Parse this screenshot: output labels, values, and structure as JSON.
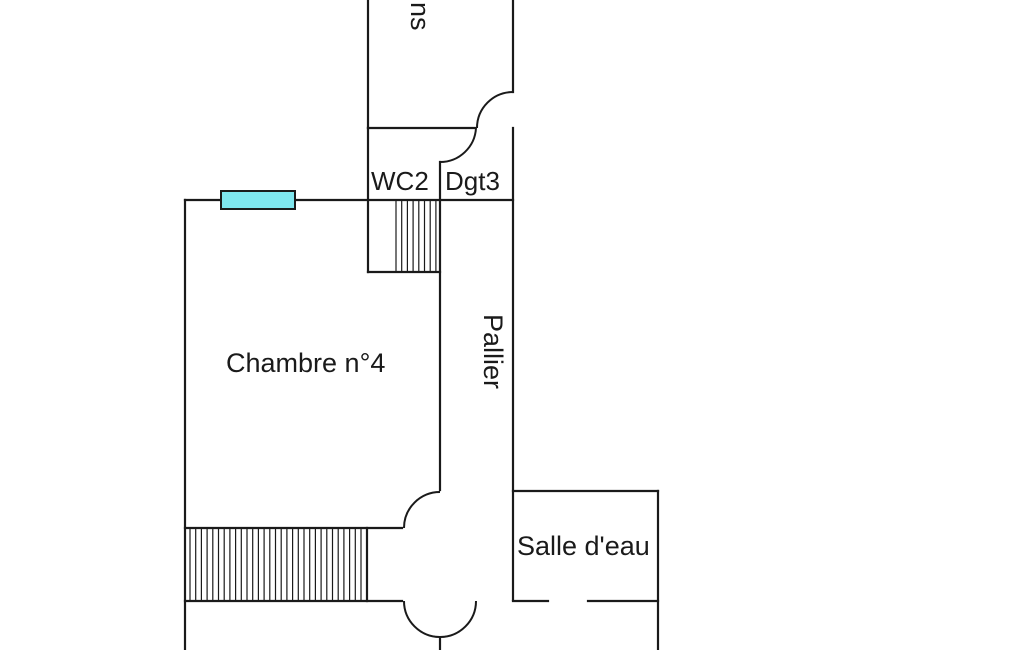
{
  "colors": {
    "wall": "#1a1a1a",
    "window": "#7fe6ee",
    "background": "#ffffff"
  },
  "rooms": {
    "top_partial": "ns",
    "wc2": "WC2",
    "dgt3": "Dgt3",
    "chambre4": "Chambre n°4",
    "pallier": "Pallier",
    "salle_eau": "Salle d'eau"
  },
  "features": {
    "window_icon": "window-icon",
    "stairs_icon": "stairs-icon",
    "door_icon": "door-swing-icon"
  }
}
